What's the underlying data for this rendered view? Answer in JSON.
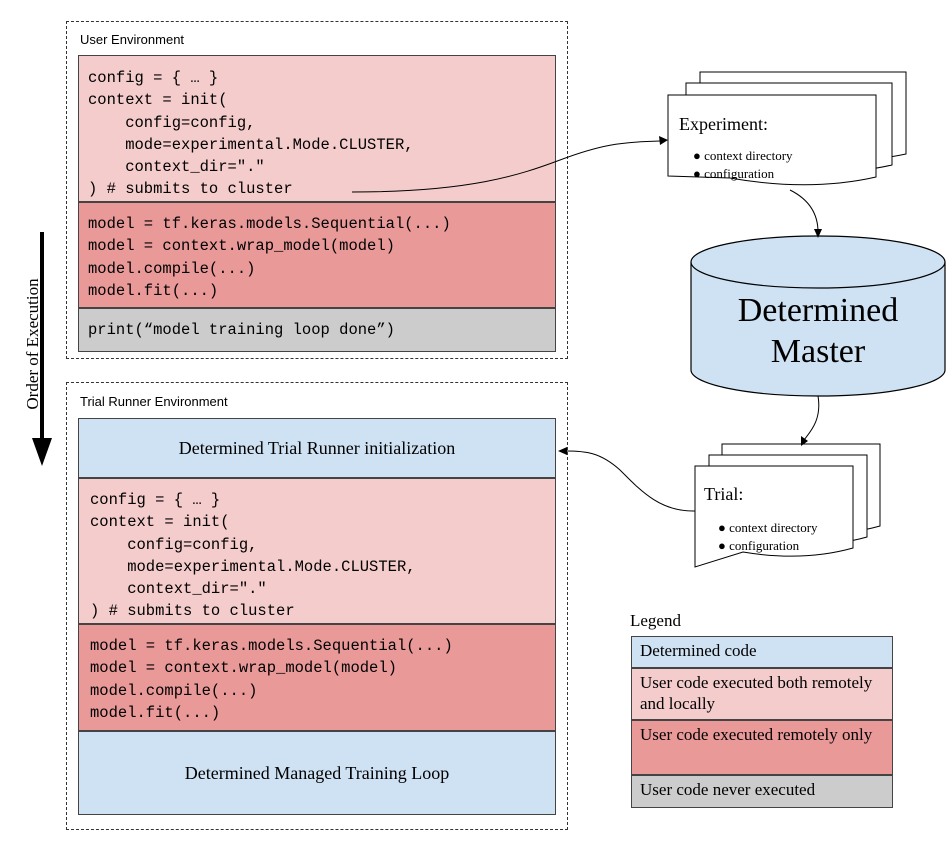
{
  "user_env": {
    "label": "User Environment",
    "setup_code": "config = { … }\ncontext = init(\n    config=config,\n    mode=experimental.Mode.CLUSTER,\n    context_dir=\".\"\n) # submits to cluster",
    "model_code": "model = tf.keras.models.Sequential(...)\nmodel = context.wrap_model(model)\nmodel.compile(...)\nmodel.fit(...)",
    "print_code": "print(“model training loop done”)"
  },
  "trial_env": {
    "label": "Trial Runner Environment",
    "init_label": "Determined Trial Runner initialization",
    "setup_code": "config = { … }\ncontext = init(\n    config=config,\n    mode=experimental.Mode.CLUSTER,\n    context_dir=\".\"\n) # submits to cluster",
    "model_code": "model = tf.keras.models.Sequential(...)\nmodel = context.wrap_model(model)\nmodel.compile(...)\nmodel.fit(...)",
    "loop_label": "Determined Managed Training Loop"
  },
  "order_label": "Order of Execution",
  "experiment_doc": {
    "title": "Experiment:",
    "items": [
      "context directory",
      "configuration"
    ]
  },
  "master": {
    "line1": "Determined",
    "line2": "Master"
  },
  "trial_doc": {
    "title": "Trial:",
    "items": [
      "context directory",
      "configuration"
    ]
  },
  "legend": {
    "title": "Legend",
    "items": [
      {
        "label": "Determined code",
        "color": "#cfe2f3"
      },
      {
        "label": "User code executed both remotely and locally",
        "color": "#f4cccc"
      },
      {
        "label": "User code executed remotely only",
        "color": "#ea9999"
      },
      {
        "label": "User code never executed",
        "color": "#cccccc"
      }
    ]
  },
  "colors": {
    "determined_blue": "#cfe2f3",
    "light_red": "#f4cccc",
    "red": "#ea9999",
    "grey": "#cccccc"
  }
}
